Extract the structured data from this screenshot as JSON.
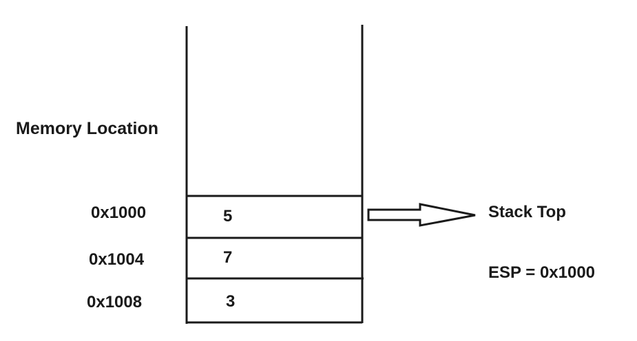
{
  "diagram": {
    "heading": "Memory Location",
    "stack_top_label": "Stack Top",
    "esp_label": "ESP = 0x1000",
    "cells": [
      {
        "address": "0x1000",
        "value": "5"
      },
      {
        "address": "0x1004",
        "value": "7"
      },
      {
        "address": "0x1008",
        "value": "3"
      }
    ],
    "colors": {
      "line": "#1a1a1a",
      "background": "#ffffff"
    }
  }
}
